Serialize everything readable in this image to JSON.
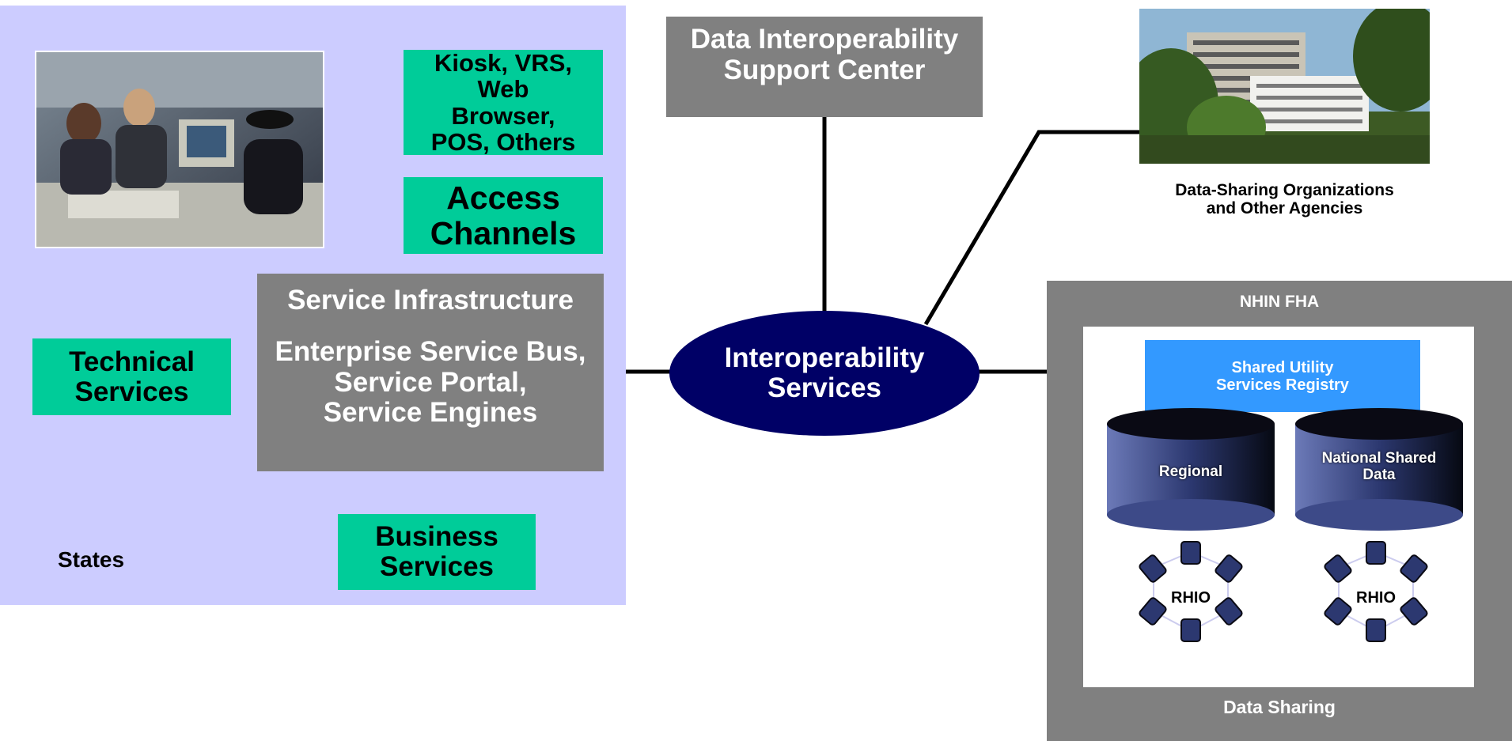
{
  "states": {
    "label": "States",
    "access_devices": {
      "lines": [
        "Kiosk, VRS,",
        "Web",
        "Browser,",
        "POS, Others"
      ]
    },
    "access_channels": {
      "line1": "Access",
      "line2": "Channels"
    },
    "service_infrastructure": {
      "title": "Service Infrastructure",
      "line1": "Enterprise Service Bus,",
      "line2": "Service Portal,",
      "line3": "Service Engines"
    },
    "technical_services": {
      "line1": "Technical",
      "line2": "Services"
    },
    "business_services": {
      "line1": "Business",
      "line2": "Services"
    }
  },
  "support_center": {
    "line1": "Data Interoperability",
    "line2": "Support Center"
  },
  "interoperability": {
    "line1": "Interoperability",
    "line2": "Services"
  },
  "organizations": {
    "line1": "Data-Sharing Organizations",
    "line2": "and Other Agencies"
  },
  "nhin": {
    "title": "NHIN FHA",
    "registry": {
      "line1": "Shared Utility",
      "line2": "Services Registry"
    },
    "regional": "Regional",
    "national": {
      "line1": "National Shared",
      "line2": "Data"
    },
    "rhio_left": "RHIO",
    "rhio_right": "RHIO",
    "footer": "Data Sharing"
  },
  "colors": {
    "states_bg": "#ccccff",
    "green": "#00cc99",
    "gray": "#808080",
    "ellipse": "#000066",
    "registry": "#3399ff"
  }
}
